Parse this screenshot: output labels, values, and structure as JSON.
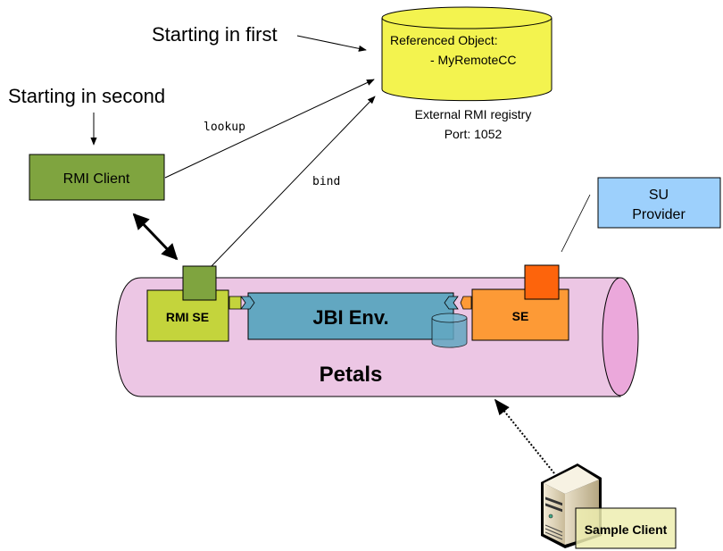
{
  "annotations": {
    "start_first": "Starting in first",
    "start_second": "Starting in second"
  },
  "registry": {
    "line1": "Referenced Object:",
    "line2": "- MyRemoteCC",
    "caption1": "External RMI registry",
    "caption2": "Port: 1052"
  },
  "edges": {
    "lookup": "lookup",
    "bind": "bind"
  },
  "rmi_client": {
    "label": "RMI Client"
  },
  "su_provider": {
    "line1": "SU",
    "line2": "Provider"
  },
  "bus": {
    "label": "Petals",
    "jbi_env": "JBI Env.",
    "rmi_se": "RMI SE",
    "se": "SE"
  },
  "sample_client": {
    "label": "Sample Client"
  },
  "colors": {
    "registry_fill": "#f3f34f",
    "rmi_client_fill": "#7fa43f",
    "bus_fill": "#ecc6e4",
    "bus_end_fill": "#eba8db",
    "rmi_se_fill": "#c4d43c",
    "su_port_green": "#7fa43f",
    "jbi_fill": "#62a7c1",
    "se_fill": "#fd9a36",
    "se_port_fill": "#fd640c",
    "su_provider_fill": "#9dd0fc",
    "sample_client_fill": "#ededb0"
  }
}
